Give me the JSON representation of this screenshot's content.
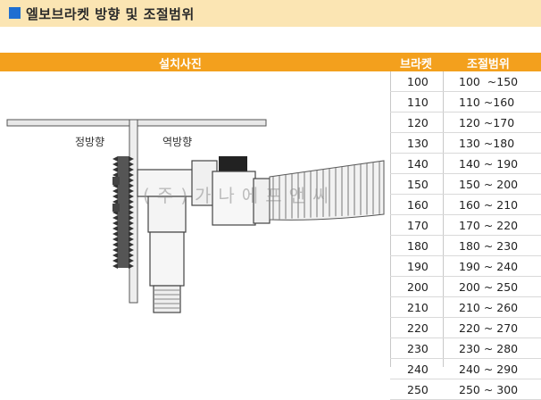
{
  "section": {
    "title": "엘보브라켓 방향 및 조절범위",
    "accent_color": "#1f6fd1"
  },
  "table": {
    "header_color": "#f3a01d",
    "headers": {
      "photo": "설치사진",
      "bracket": "브라켓",
      "range": "조절범위"
    },
    "rows": [
      {
        "bracket": "100",
        "range": "100  ~150"
      },
      {
        "bracket": "110",
        "range": "110 ~160"
      },
      {
        "bracket": "120",
        "range": "120 ~170"
      },
      {
        "bracket": "130",
        "range": "130 ~180"
      },
      {
        "bracket": "140",
        "range": "140 ~ 190"
      },
      {
        "bracket": "150",
        "range": "150 ~ 200"
      },
      {
        "bracket": "160",
        "range": "160 ~ 210"
      },
      {
        "bracket": "170",
        "range": "170 ~ 220"
      },
      {
        "bracket": "180",
        "range": "180 ~ 230"
      },
      {
        "bracket": "190",
        "range": "190 ~ 240"
      },
      {
        "bracket": "200",
        "range": "200 ~ 250"
      },
      {
        "bracket": "210",
        "range": "210 ~ 260"
      },
      {
        "bracket": "220",
        "range": "220 ~ 270"
      },
      {
        "bracket": "230",
        "range": "230 ~ 280"
      },
      {
        "bracket": "240",
        "range": "240 ~ 290"
      },
      {
        "bracket": "250",
        "range": "250 ~ 300"
      }
    ]
  },
  "photo": {
    "label_forward": "정방향",
    "label_reverse": "역방향",
    "watermark": "(주)가나에프앤씨"
  }
}
